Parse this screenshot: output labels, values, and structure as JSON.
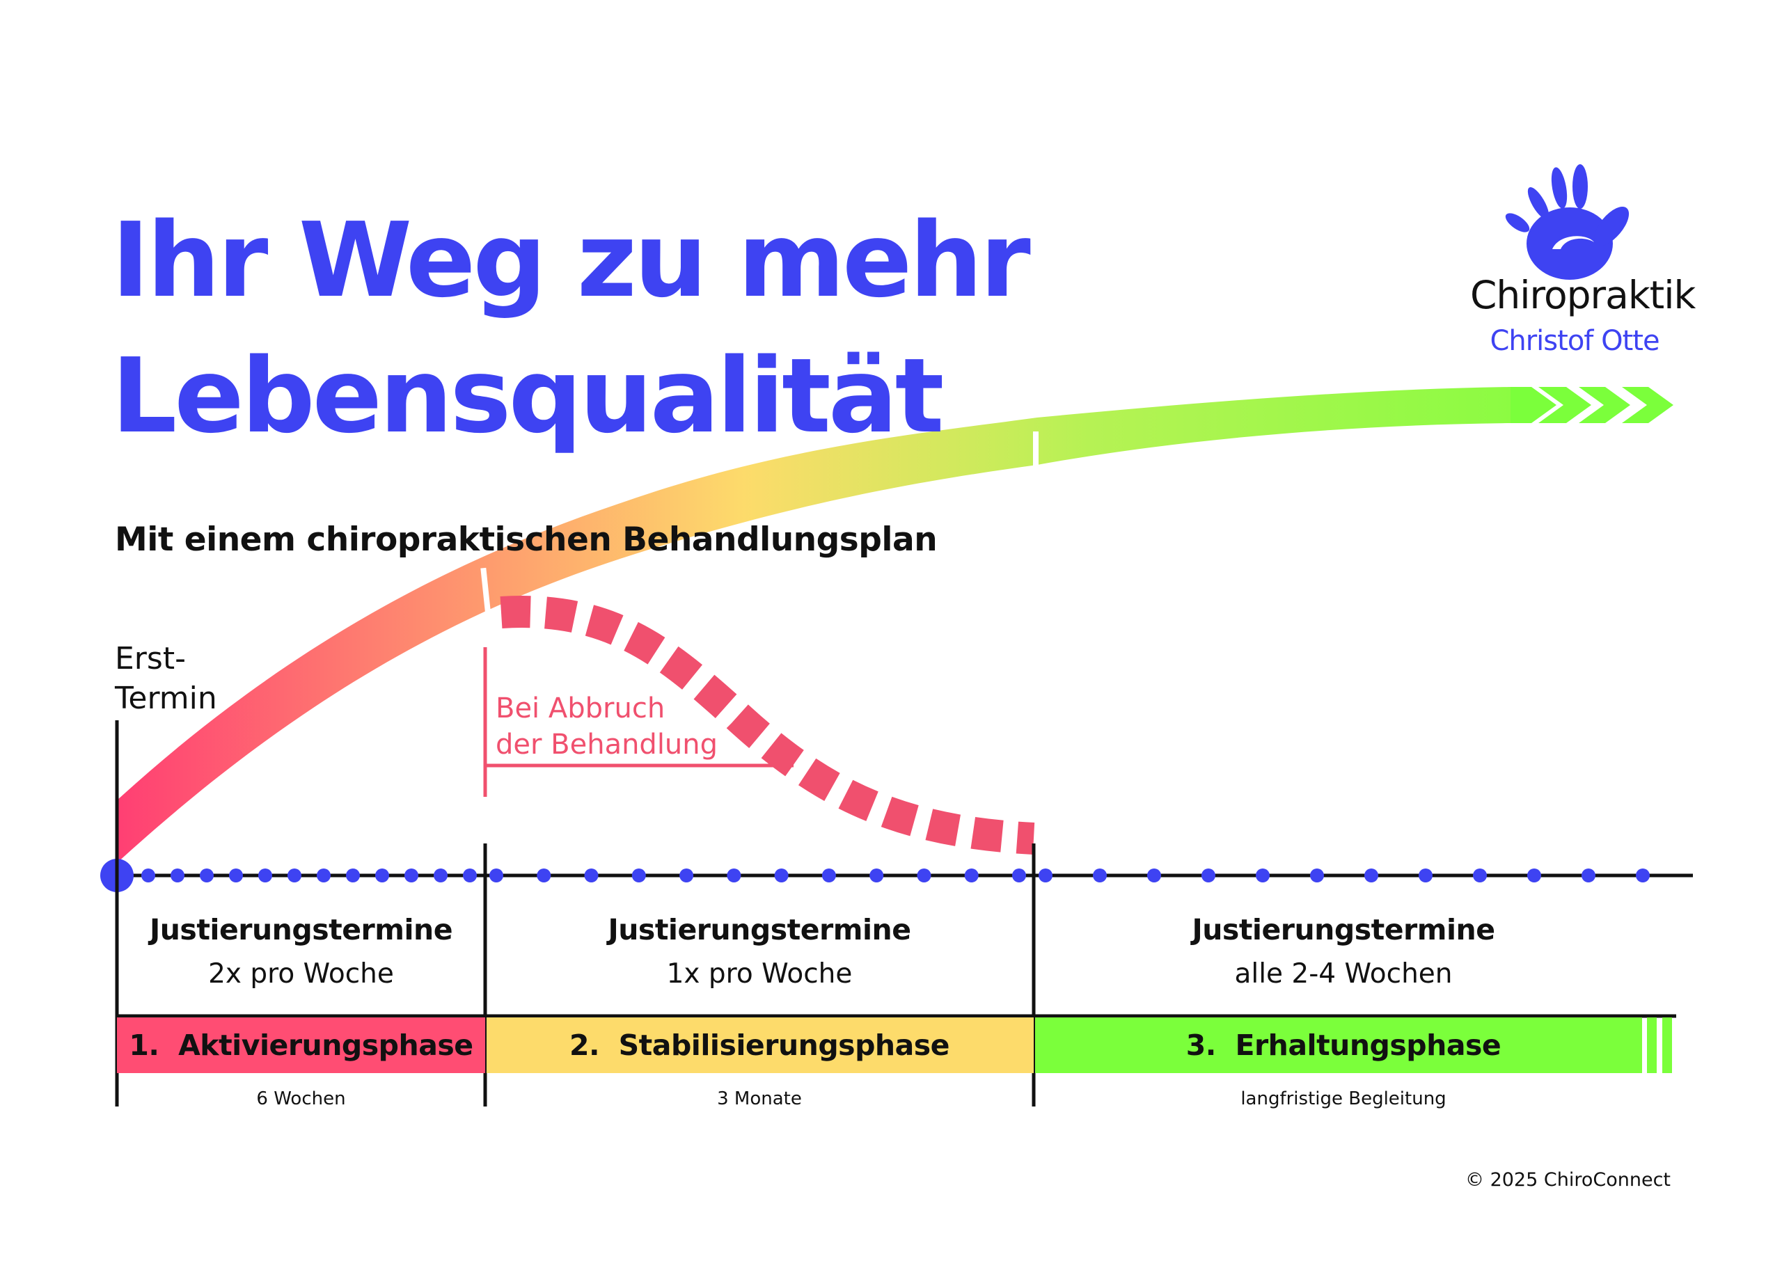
{
  "title": {
    "line1": "Ihr Weg zu mehr",
    "line2": "Lebensqualität"
  },
  "subtitle": "Mit einem chiropraktischen Behandlungsplan",
  "start_label": {
    "line1": "Erst-",
    "line2": "Termin"
  },
  "dropout_label": {
    "line1": "Bei Abbruch",
    "line2": "der Behandlung"
  },
  "brand": {
    "name": "Chiropraktik",
    "person": "Christof Otte",
    "logo_icon": "handprint-icon"
  },
  "phases": [
    {
      "head": "Justierungstermine",
      "frequency": "2x pro Woche",
      "number": "1.",
      "name": "Aktivierungsphase",
      "duration": "6 Wochen",
      "color": "#ff4d73"
    },
    {
      "head": "Justierungstermine",
      "frequency": "1x pro Woche",
      "number": "2.",
      "name": "Stabilisierungsphase",
      "duration": "3 Monate",
      "color": "#fddb6b"
    },
    {
      "head": "Justierungstermine",
      "frequency": "alle 2-4 Wochen",
      "number": "3.",
      "name": "Erhaltungsphase",
      "duration": "langfristige Begleitung",
      "color": "#7bff3b"
    }
  ],
  "colors": {
    "accent": "#3e43f2",
    "curve_start": "#ff3f73",
    "curve_mid": "#fddb6b",
    "curve_end": "#7bff3b",
    "dropout": "#f0506e",
    "line": "#111111"
  },
  "copyright": "©  2025 ChiroConnect"
}
